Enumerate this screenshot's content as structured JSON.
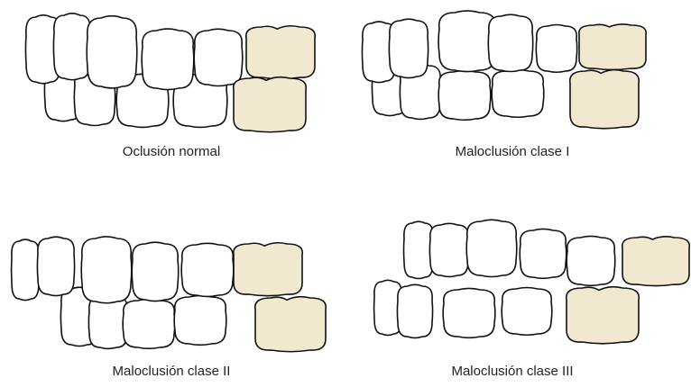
{
  "colors": {
    "outline": "#111111",
    "tooth_fill": "#ffffff",
    "molar_fill": "#f0e8cf",
    "background": "#ffffff"
  },
  "panels": [
    {
      "caption": "Oclusión normal"
    },
    {
      "caption": "Maloclusión clase I"
    },
    {
      "caption": "Maloclusión clase II"
    },
    {
      "caption": "Maloclusión clase III"
    }
  ]
}
